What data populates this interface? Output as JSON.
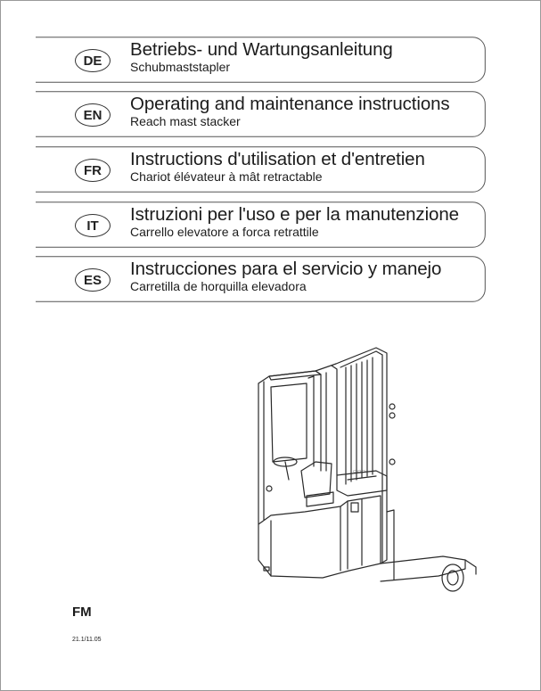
{
  "languages": [
    {
      "code": "DE",
      "title": "Betriebs- und Wartungsanleitung",
      "subtitle": "Schubmaststapler"
    },
    {
      "code": "EN",
      "title": "Operating and maintenance instructions",
      "subtitle": "Reach mast stacker"
    },
    {
      "code": "FR",
      "title": "Instructions d'utilisation et d'entretien",
      "subtitle": "Chariot élévateur à mât retractable"
    },
    {
      "code": "IT",
      "title": "Istruzioni per l'uso e per la manutenzione",
      "subtitle": "Carrello elevatore a forca retrattile"
    },
    {
      "code": "ES",
      "title": "Instrucciones para el servicio y manejo",
      "subtitle": "Carretilla de horquilla elevadora"
    }
  ],
  "model": "FM",
  "document_number": "21.1/11.05",
  "illustration": "reach-mast-stacker-line-drawing"
}
